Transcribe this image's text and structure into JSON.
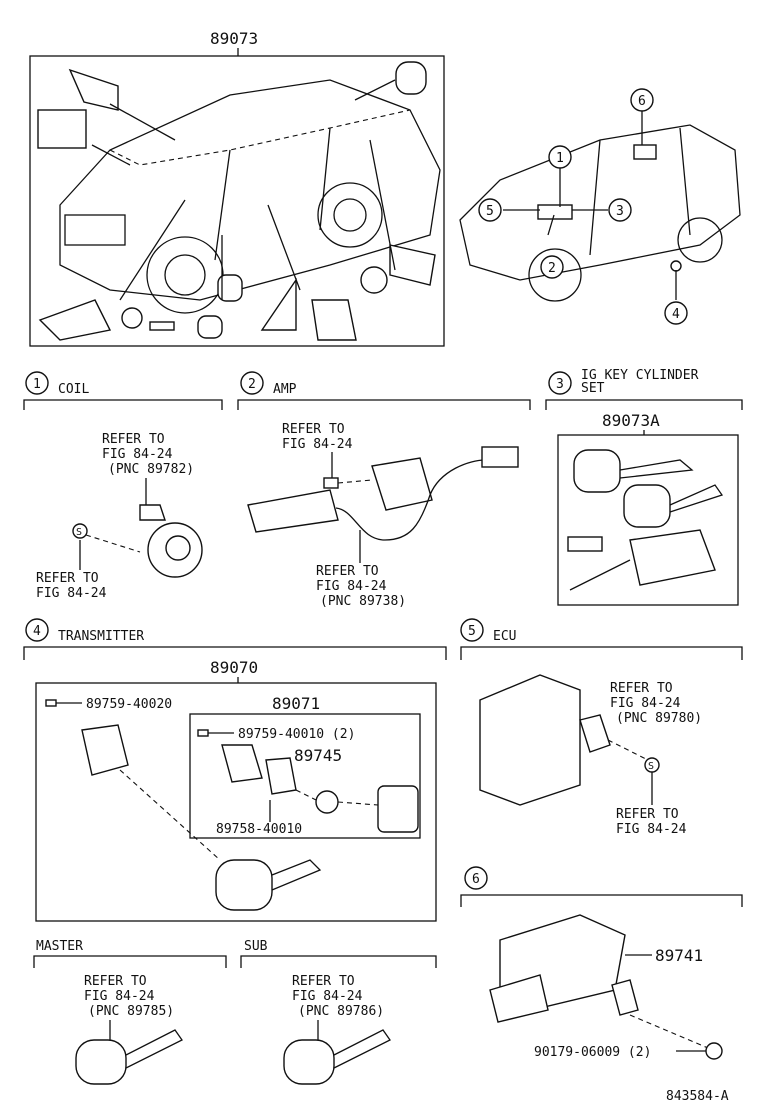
{
  "top": {
    "part_number": "89073",
    "callouts": [
      "1",
      "2",
      "3",
      "4",
      "5",
      "6"
    ]
  },
  "sections": {
    "coil": {
      "num": "1",
      "title": "COIL",
      "refer1": [
        "REFER TO",
        "FIG 84-24",
        "(PNC 89782)"
      ],
      "refer2": [
        "REFER TO",
        "FIG 84-24"
      ],
      "marker": "S"
    },
    "amp": {
      "num": "2",
      "title": "AMP",
      "refer1": [
        "REFER TO",
        "FIG 84-24"
      ],
      "refer2": [
        "REFER TO",
        "FIG 84-24",
        "(PNC 89738)"
      ]
    },
    "ig_key": {
      "num": "3",
      "title_line1": "IG KEY CYLINDER",
      "title_line2": "SET",
      "part_number": "89073A"
    },
    "transmitter": {
      "num": "4",
      "title": "TRANSMITTER",
      "outer_part": "89070",
      "screw_outer": "89759-40020",
      "inner_part": "89071",
      "screw_inner": "89759-40010 (2)",
      "battery": "89745",
      "gasket": "89758-40010"
    },
    "ecu": {
      "num": "5",
      "title": "ECU",
      "refer1": [
        "REFER TO",
        "FIG 84-24",
        "(PNC 89780)"
      ],
      "refer2": [
        "REFER TO",
        "FIG 84-24"
      ],
      "marker": "S"
    },
    "six": {
      "num": "6",
      "part_number": "89741",
      "bolt": "90179-06009 (2)"
    },
    "master": {
      "title": "MASTER",
      "refer": [
        "REFER TO",
        "FIG 84-24",
        "(PNC 89785)"
      ]
    },
    "sub": {
      "title": "SUB",
      "refer": [
        "REFER TO",
        "FIG 84-24",
        "(PNC 89786)"
      ]
    }
  },
  "footer": {
    "code": "843584-A"
  }
}
